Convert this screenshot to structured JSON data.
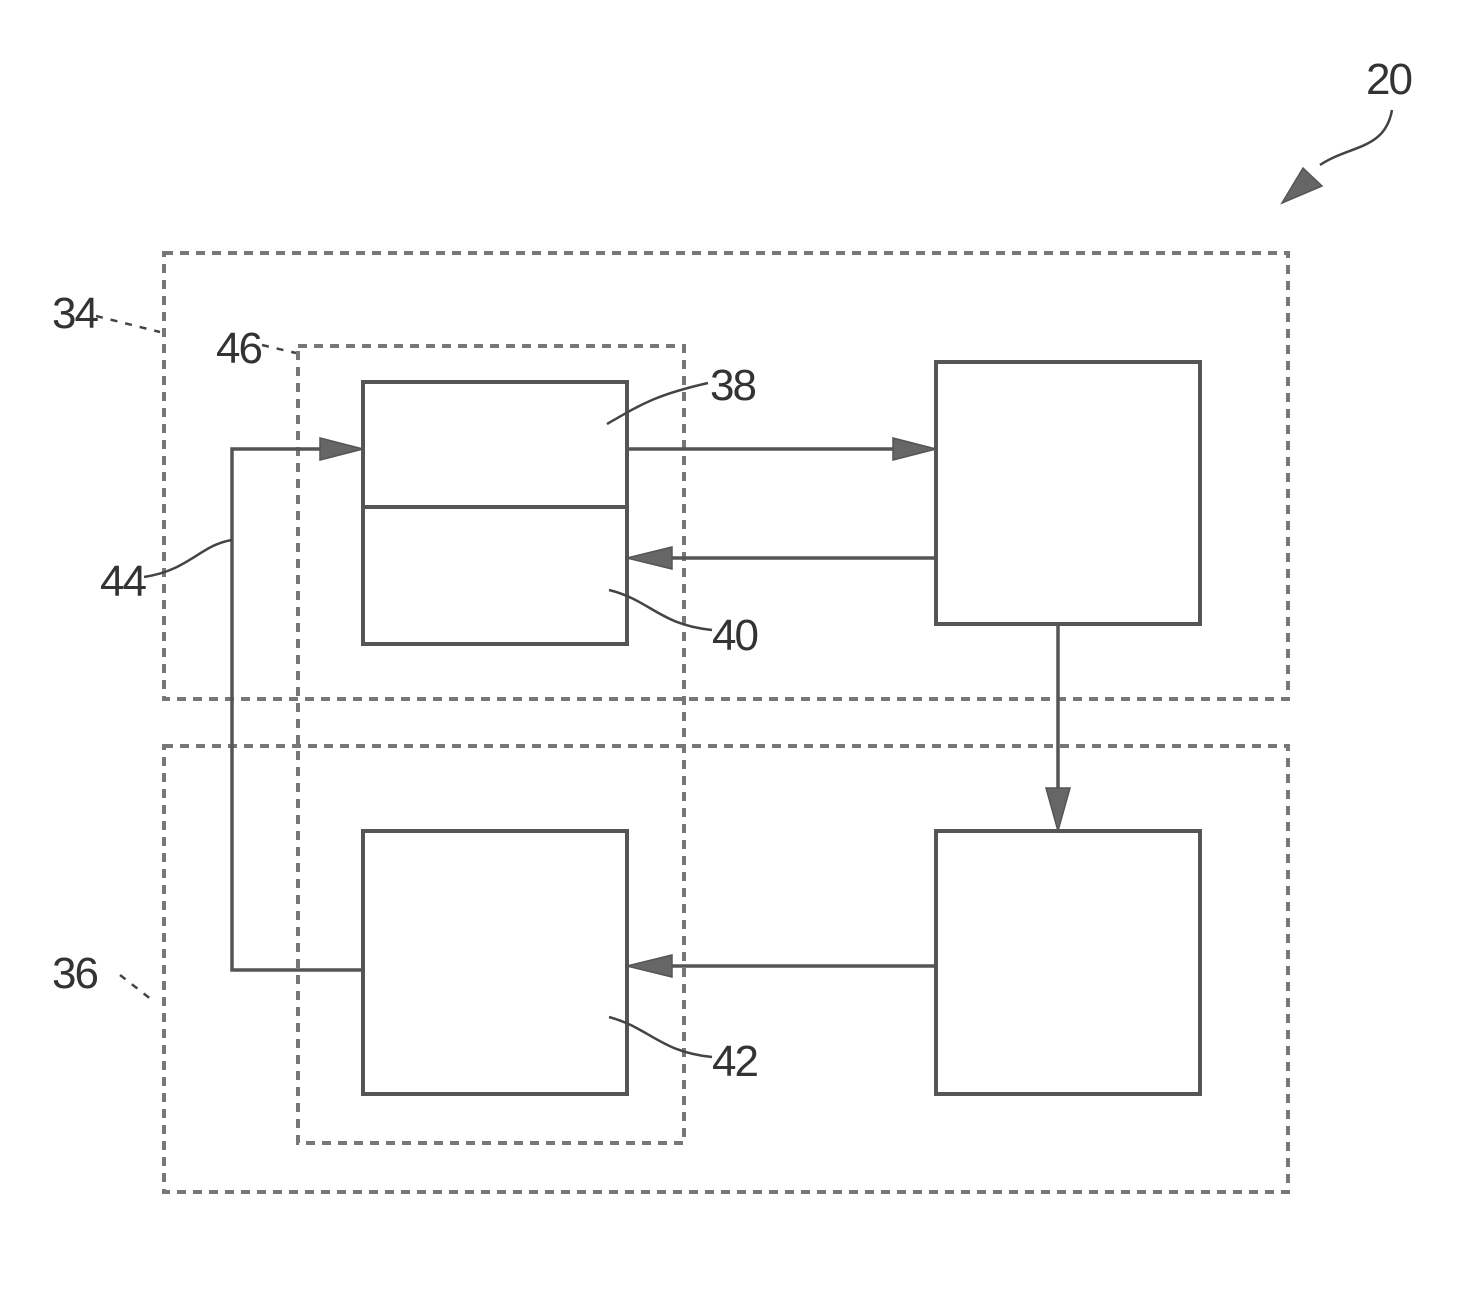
{
  "figure": {
    "labels": {
      "system": "20",
      "upper_region": "34",
      "lower_region": "36",
      "first_portion": "38",
      "second_portion": "40",
      "lower_block": "42",
      "connection_line": "44",
      "dashed_group": "46"
    }
  }
}
